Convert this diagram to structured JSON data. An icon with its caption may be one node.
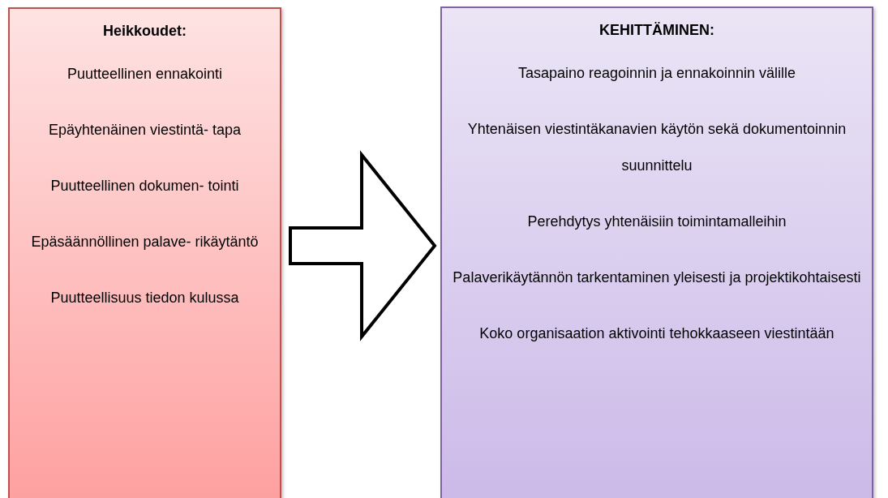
{
  "diagram": {
    "nodes": [
      {
        "text": [
          "Heikkoudet:",
          "Puutteellinen ennakointi",
          "Epäyhtenäinen viestintä- tapa",
          "Puutteellinen dokumen- tointi",
          "Epäsäännöllinen palave- rikäytäntö",
          "Puutteellisuus tiedon kulussa"
        ]
      },
      {
        "text": [
          "KEHITTÄMINEN:",
          "Tasapaino reagoinnin ja ennakoinnin välille",
          "Yhtenäisen viestintäkanavien käytön sekä dokumentoinnin suunnittelu",
          "Perehdytys yhtenäisiin toimintamalleihin",
          "Palaverikäytännön tarkentaminen yleisesti ja projektikohtaisesti",
          "Koko organisaation aktivointi tehokkaaseen viestintään"
        ]
      }
    ],
    "edges": [
      {
        "from": 0,
        "to": 1,
        "arrow": "to"
      }
    ]
  }
}
